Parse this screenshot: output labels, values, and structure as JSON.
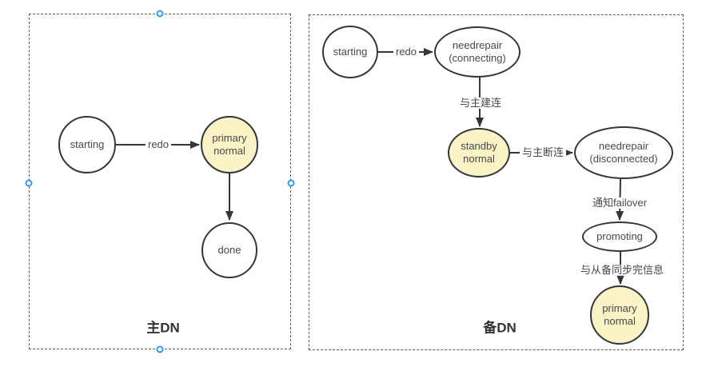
{
  "colors": {
    "node_stroke": "#33373c",
    "node_fill": "#ffffff",
    "highlight_fill": "#fbf3c5",
    "node_text": "#45494e",
    "edge_color": "#33373c",
    "box_border": "#5a5a5a",
    "caption_color": "#333333",
    "handle_stroke": "#2e9bf5",
    "handle_fill": "#ffffff"
  },
  "selection": {
    "selected_group": "主DN",
    "handles": [
      "top-center",
      "left-middle",
      "right-middle",
      "bottom-center"
    ]
  },
  "panels": [
    {
      "caption": "主DN",
      "selected": true,
      "nodes": [
        {
          "label": "starting",
          "highlighted": false
        },
        {
          "label": "primary\nnormal",
          "highlighted": true
        },
        {
          "label": "done",
          "highlighted": false
        }
      ],
      "edges": [
        {
          "from": "starting",
          "to": "primary normal",
          "label": "redo"
        },
        {
          "from": "primary normal",
          "to": "done",
          "label": ""
        }
      ]
    },
    {
      "caption": "备DN",
      "selected": false,
      "nodes": [
        {
          "label": "starting",
          "highlighted": false
        },
        {
          "label": "needrepair\n(connecting)",
          "highlighted": false
        },
        {
          "label": "standby\nnormal",
          "highlighted": true
        },
        {
          "label": "needrepair\n(disconnected)",
          "highlighted": false
        },
        {
          "label": "promoting",
          "highlighted": false
        },
        {
          "label": "primary\nnormal",
          "highlighted": true
        }
      ],
      "edges": [
        {
          "from": "starting",
          "to": "needrepair (connecting)",
          "label": "redo"
        },
        {
          "from": "needrepair (connecting)",
          "to": "standby normal",
          "label": "与主建连"
        },
        {
          "from": "standby normal",
          "to": "needrepair (disconnected)",
          "label": "与主断连"
        },
        {
          "from": "needrepair (disconnected)",
          "to": "promoting",
          "label": "通知failover"
        },
        {
          "from": "promoting",
          "to": "primary normal",
          "label": "与从备同步完信息"
        }
      ]
    }
  ]
}
